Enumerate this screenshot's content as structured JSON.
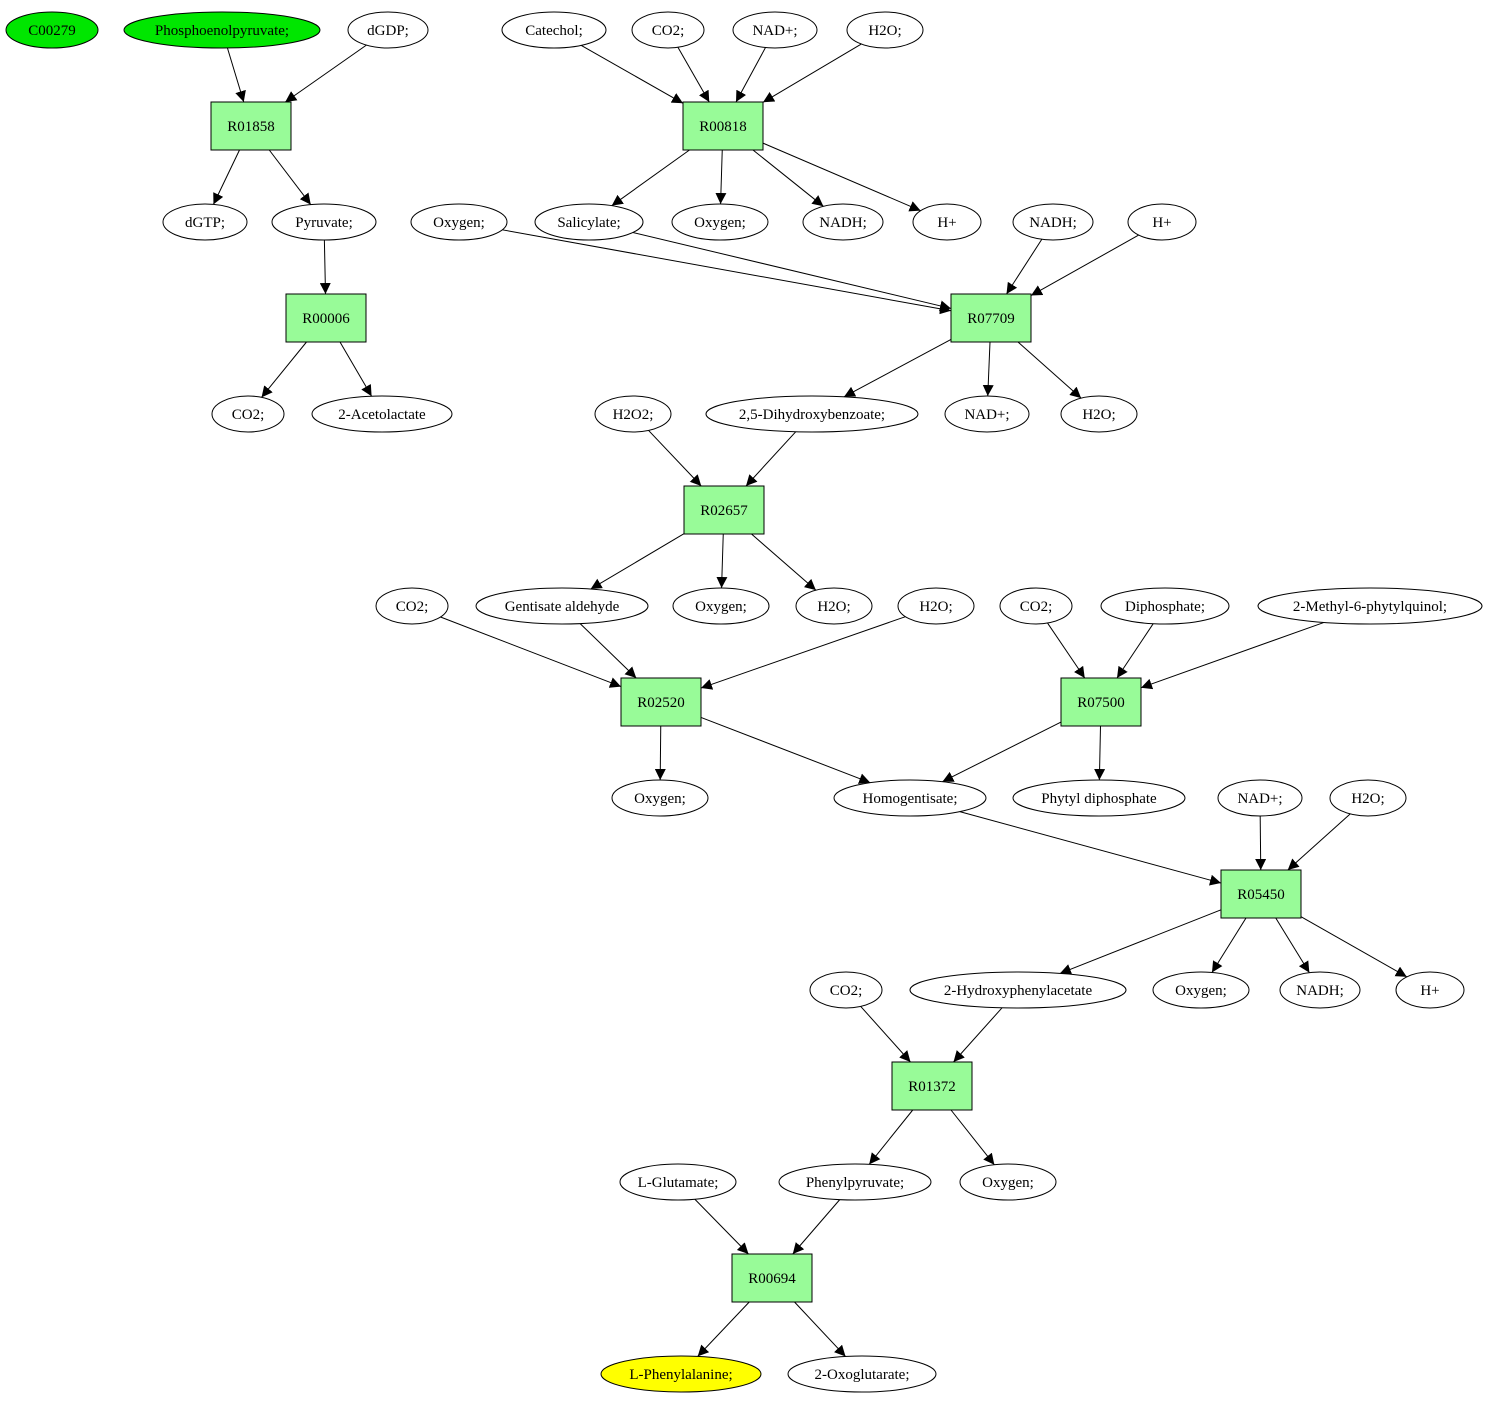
{
  "colors": {
    "start_compound": "#00e600",
    "target_compound": "#ffff00",
    "reaction": "#98fb98",
    "plain_compound": "#ffffff",
    "stroke": "#000000"
  },
  "nodes": [
    {
      "id": "c00279",
      "label": "C00279",
      "kind": "compound",
      "fill": "start"
    },
    {
      "id": "pep",
      "label": "Phosphoenolpyruvate;",
      "kind": "compound",
      "fill": "start"
    },
    {
      "id": "dgdp",
      "label": "dGDP;",
      "kind": "compound"
    },
    {
      "id": "catechol",
      "label": "Catechol;",
      "kind": "compound"
    },
    {
      "id": "co2_a",
      "label": "CO2;",
      "kind": "compound"
    },
    {
      "id": "nadp_a",
      "label": "NAD+;",
      "kind": "compound"
    },
    {
      "id": "h2o_a",
      "label": "H2O;",
      "kind": "compound"
    },
    {
      "id": "r01858",
      "label": "R01858",
      "kind": "reaction"
    },
    {
      "id": "r00818",
      "label": "R00818",
      "kind": "reaction"
    },
    {
      "id": "dgtp",
      "label": "dGTP;",
      "kind": "compound"
    },
    {
      "id": "pyruvate",
      "label": "Pyruvate;",
      "kind": "compound"
    },
    {
      "id": "oxygen_a",
      "label": "Oxygen;",
      "kind": "compound"
    },
    {
      "id": "salicylate",
      "label": "Salicylate;",
      "kind": "compound"
    },
    {
      "id": "oxygen_b",
      "label": "Oxygen;",
      "kind": "compound"
    },
    {
      "id": "nadh_a",
      "label": "NADH;",
      "kind": "compound"
    },
    {
      "id": "hplus_a",
      "label": "H+",
      "kind": "compound"
    },
    {
      "id": "nadh_b",
      "label": "NADH;",
      "kind": "compound"
    },
    {
      "id": "hplus_b",
      "label": "H+",
      "kind": "compound"
    },
    {
      "id": "r00006",
      "label": "R00006",
      "kind": "reaction"
    },
    {
      "id": "r07709",
      "label": "R07709",
      "kind": "reaction"
    },
    {
      "id": "co2_b",
      "label": "CO2;",
      "kind": "compound"
    },
    {
      "id": "acetolactate",
      "label": "2-Acetolactate",
      "kind": "compound"
    },
    {
      "id": "h2o2",
      "label": "H2O2;",
      "kind": "compound"
    },
    {
      "id": "dhb",
      "label": "2,5-Dihydroxybenzoate;",
      "kind": "compound"
    },
    {
      "id": "nadp_b",
      "label": "NAD+;",
      "kind": "compound"
    },
    {
      "id": "h2o_b",
      "label": "H2O;",
      "kind": "compound"
    },
    {
      "id": "r02657",
      "label": "R02657",
      "kind": "reaction"
    },
    {
      "id": "co2_c",
      "label": "CO2;",
      "kind": "compound"
    },
    {
      "id": "gentisald",
      "label": "Gentisate aldehyde",
      "kind": "compound"
    },
    {
      "id": "oxygen_c",
      "label": "Oxygen;",
      "kind": "compound"
    },
    {
      "id": "h2o_c",
      "label": "H2O;",
      "kind": "compound"
    },
    {
      "id": "h2o_d",
      "label": "H2O;",
      "kind": "compound"
    },
    {
      "id": "co2_d",
      "label": "CO2;",
      "kind": "compound"
    },
    {
      "id": "diphosphate",
      "label": "Diphosphate;",
      "kind": "compound"
    },
    {
      "id": "mpq",
      "label": "2-Methyl-6-phytylquinol;",
      "kind": "compound"
    },
    {
      "id": "r02520",
      "label": "R02520",
      "kind": "reaction"
    },
    {
      "id": "r07500",
      "label": "R07500",
      "kind": "reaction"
    },
    {
      "id": "oxygen_d",
      "label": "Oxygen;",
      "kind": "compound"
    },
    {
      "id": "homogentisate",
      "label": "Homogentisate;",
      "kind": "compound"
    },
    {
      "id": "phytyldp",
      "label": "Phytyl diphosphate",
      "kind": "compound"
    },
    {
      "id": "nadp_c",
      "label": "NAD+;",
      "kind": "compound"
    },
    {
      "id": "h2o_e",
      "label": "H2O;",
      "kind": "compound"
    },
    {
      "id": "r05450",
      "label": "R05450",
      "kind": "reaction"
    },
    {
      "id": "co2_e",
      "label": "CO2;",
      "kind": "compound"
    },
    {
      "id": "hpa",
      "label": "2-Hydroxyphenylacetate",
      "kind": "compound"
    },
    {
      "id": "oxygen_e",
      "label": "Oxygen;",
      "kind": "compound"
    },
    {
      "id": "nadh_c",
      "label": "NADH;",
      "kind": "compound"
    },
    {
      "id": "hplus_c",
      "label": "H+",
      "kind": "compound"
    },
    {
      "id": "r01372",
      "label": "R01372",
      "kind": "reaction"
    },
    {
      "id": "glutamate",
      "label": "L-Glutamate;",
      "kind": "compound"
    },
    {
      "id": "phenylpyruvate",
      "label": "Phenylpyruvate;",
      "kind": "compound"
    },
    {
      "id": "oxygen_f",
      "label": "Oxygen;",
      "kind": "compound"
    },
    {
      "id": "r00694",
      "label": "R00694",
      "kind": "reaction"
    },
    {
      "id": "phenylalanine",
      "label": "L-Phenylalanine;",
      "kind": "compound",
      "fill": "target"
    },
    {
      "id": "oxoglutarate",
      "label": "2-Oxoglutarate;",
      "kind": "compound"
    }
  ],
  "edges": [
    [
      "pep",
      "r01858"
    ],
    [
      "dgdp",
      "r01858"
    ],
    [
      "r01858",
      "dgtp"
    ],
    [
      "r01858",
      "pyruvate"
    ],
    [
      "pyruvate",
      "r00006"
    ],
    [
      "r00006",
      "co2_b"
    ],
    [
      "r00006",
      "acetolactate"
    ],
    [
      "catechol",
      "r00818"
    ],
    [
      "co2_a",
      "r00818"
    ],
    [
      "nadp_a",
      "r00818"
    ],
    [
      "h2o_a",
      "r00818"
    ],
    [
      "r00818",
      "salicylate"
    ],
    [
      "r00818",
      "oxygen_b"
    ],
    [
      "r00818",
      "nadh_a"
    ],
    [
      "r00818",
      "hplus_a"
    ],
    [
      "oxygen_a",
      "r07709"
    ],
    [
      "salicylate",
      "r07709"
    ],
    [
      "nadh_b",
      "r07709"
    ],
    [
      "hplus_b",
      "r07709"
    ],
    [
      "r07709",
      "dhb"
    ],
    [
      "r07709",
      "nadp_b"
    ],
    [
      "r07709",
      "h2o_b"
    ],
    [
      "h2o2",
      "r02657"
    ],
    [
      "dhb",
      "r02657"
    ],
    [
      "r02657",
      "gentisald"
    ],
    [
      "r02657",
      "oxygen_c"
    ],
    [
      "r02657",
      "h2o_c"
    ],
    [
      "co2_c",
      "r02520"
    ],
    [
      "gentisald",
      "r02520"
    ],
    [
      "h2o_d",
      "r02520"
    ],
    [
      "r02520",
      "oxygen_d"
    ],
    [
      "r02520",
      "homogentisate"
    ],
    [
      "co2_d",
      "r07500"
    ],
    [
      "diphosphate",
      "r07500"
    ],
    [
      "mpq",
      "r07500"
    ],
    [
      "r07500",
      "homogentisate"
    ],
    [
      "r07500",
      "phytyldp"
    ],
    [
      "homogentisate",
      "r05450"
    ],
    [
      "nadp_c",
      "r05450"
    ],
    [
      "h2o_e",
      "r05450"
    ],
    [
      "r05450",
      "hpa"
    ],
    [
      "r05450",
      "oxygen_e"
    ],
    [
      "r05450",
      "nadh_c"
    ],
    [
      "r05450",
      "hplus_c"
    ],
    [
      "co2_e",
      "r01372"
    ],
    [
      "hpa",
      "r01372"
    ],
    [
      "r01372",
      "phenylpyruvate"
    ],
    [
      "r01372",
      "oxygen_f"
    ],
    [
      "glutamate",
      "r00694"
    ],
    [
      "phenylpyruvate",
      "r00694"
    ],
    [
      "r00694",
      "phenylalanine"
    ],
    [
      "r00694",
      "oxoglutarate"
    ]
  ]
}
